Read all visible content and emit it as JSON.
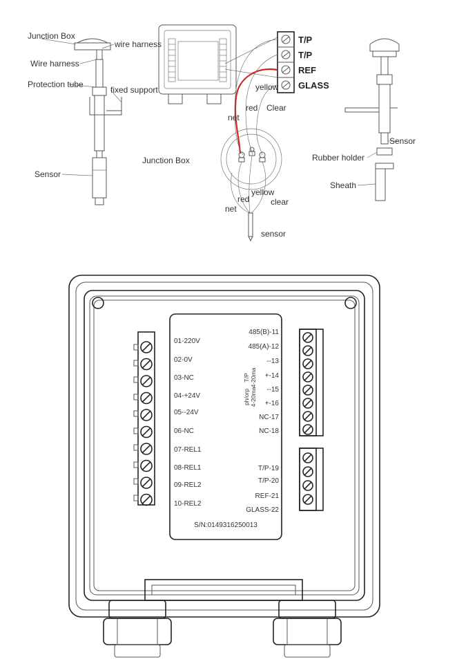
{
  "top_diagram": {
    "left_assembly": {
      "junction_box": "Junction Box",
      "wire_harness_1": "wire harness",
      "wire_harness_2": "Wire harness",
      "protection_tube": "Protection tube",
      "fixed_support": "fixed support",
      "sensor": "Sensor"
    },
    "center": {
      "junction_box": "Junction Box",
      "terminals": [
        "T/P",
        "T/P",
        "REF",
        "GLASS"
      ],
      "wire_labels_upper": {
        "net": "net",
        "red": "red",
        "clear": "Clear",
        "yellow": "yellow"
      },
      "wire_labels_lower": {
        "yellow": "yellow",
        "red": "red",
        "clear": "clear",
        "net": "net"
      },
      "sensor": "sensor"
    },
    "right_assembly": {
      "sensor": "Sensor",
      "rubber_holder": "Rubber holder",
      "sheath": "Sheath"
    }
  },
  "terminal_box": {
    "left_labels": [
      "01-220V",
      "02-0V",
      "03-NC",
      "04-+24V",
      "05--24V",
      "06-NC",
      "07-REL1",
      "08-REL1",
      "09-REL2",
      "10-REL2"
    ],
    "right_labels_top": [
      "485(B)-11",
      "485(A)-12",
      "--13",
      "+-14",
      "--15",
      "+-16",
      "NC-17",
      "NC-18"
    ],
    "right_labels_bottom": [
      "T/P-19",
      "T/P-20",
      "REF-21",
      "GLASS-22"
    ],
    "group_tp": "T/P",
    "group_tp_sub": "4-20ma",
    "group_ph": "ph/orp",
    "group_ph_sub": "4-20ma",
    "serial": "S/N:0149316250013"
  }
}
